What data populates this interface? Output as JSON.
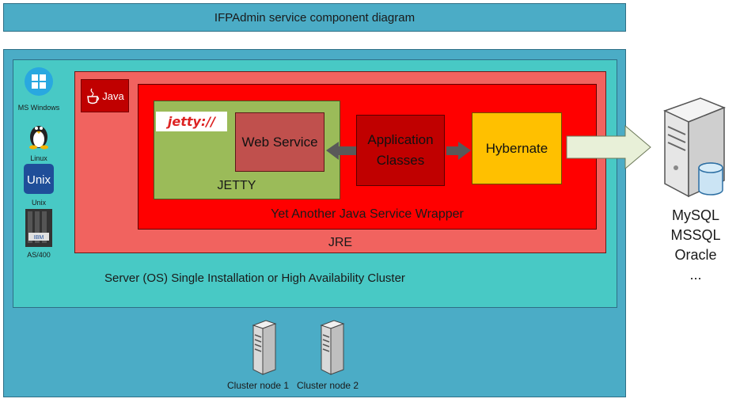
{
  "title": "IFPAdmin service component diagram",
  "server_os": {
    "label": "Server (OS) Single Installation or High Availability Cluster"
  },
  "jre": {
    "label": "JRE"
  },
  "wrapper": {
    "label": "Yet Another Java Service Wrapper"
  },
  "jetty": {
    "label": "JETTY",
    "logo_text": "jetty://"
  },
  "java_logo_text": "Java",
  "components": {
    "web_service": "Web Service",
    "application_classes": [
      "Application",
      "Classes"
    ],
    "hybernate": "Hybernate"
  },
  "os_list": [
    {
      "label": "MS Windows",
      "icon": "windows-icon"
    },
    {
      "label": "Linux",
      "icon": "linux-icon"
    },
    {
      "label": "Unix",
      "icon": "unix-icon"
    },
    {
      "label": "AS/400",
      "icon": "ibm-server-icon"
    }
  ],
  "databases": [
    "MySQL",
    "MSSQL",
    "Oracle",
    "..."
  ],
  "cluster_nodes": [
    "Cluster node 1",
    "Cluster node 2"
  ],
  "colors": {
    "outer": "#4bacc6",
    "server_os": "#48c9c5",
    "jre": "#f1635f",
    "wrapper": "#ff0000",
    "jetty": "#9bbb59",
    "web_service": "#c0504d",
    "application_classes": "#c00000",
    "hybernate": "#ffc000"
  }
}
